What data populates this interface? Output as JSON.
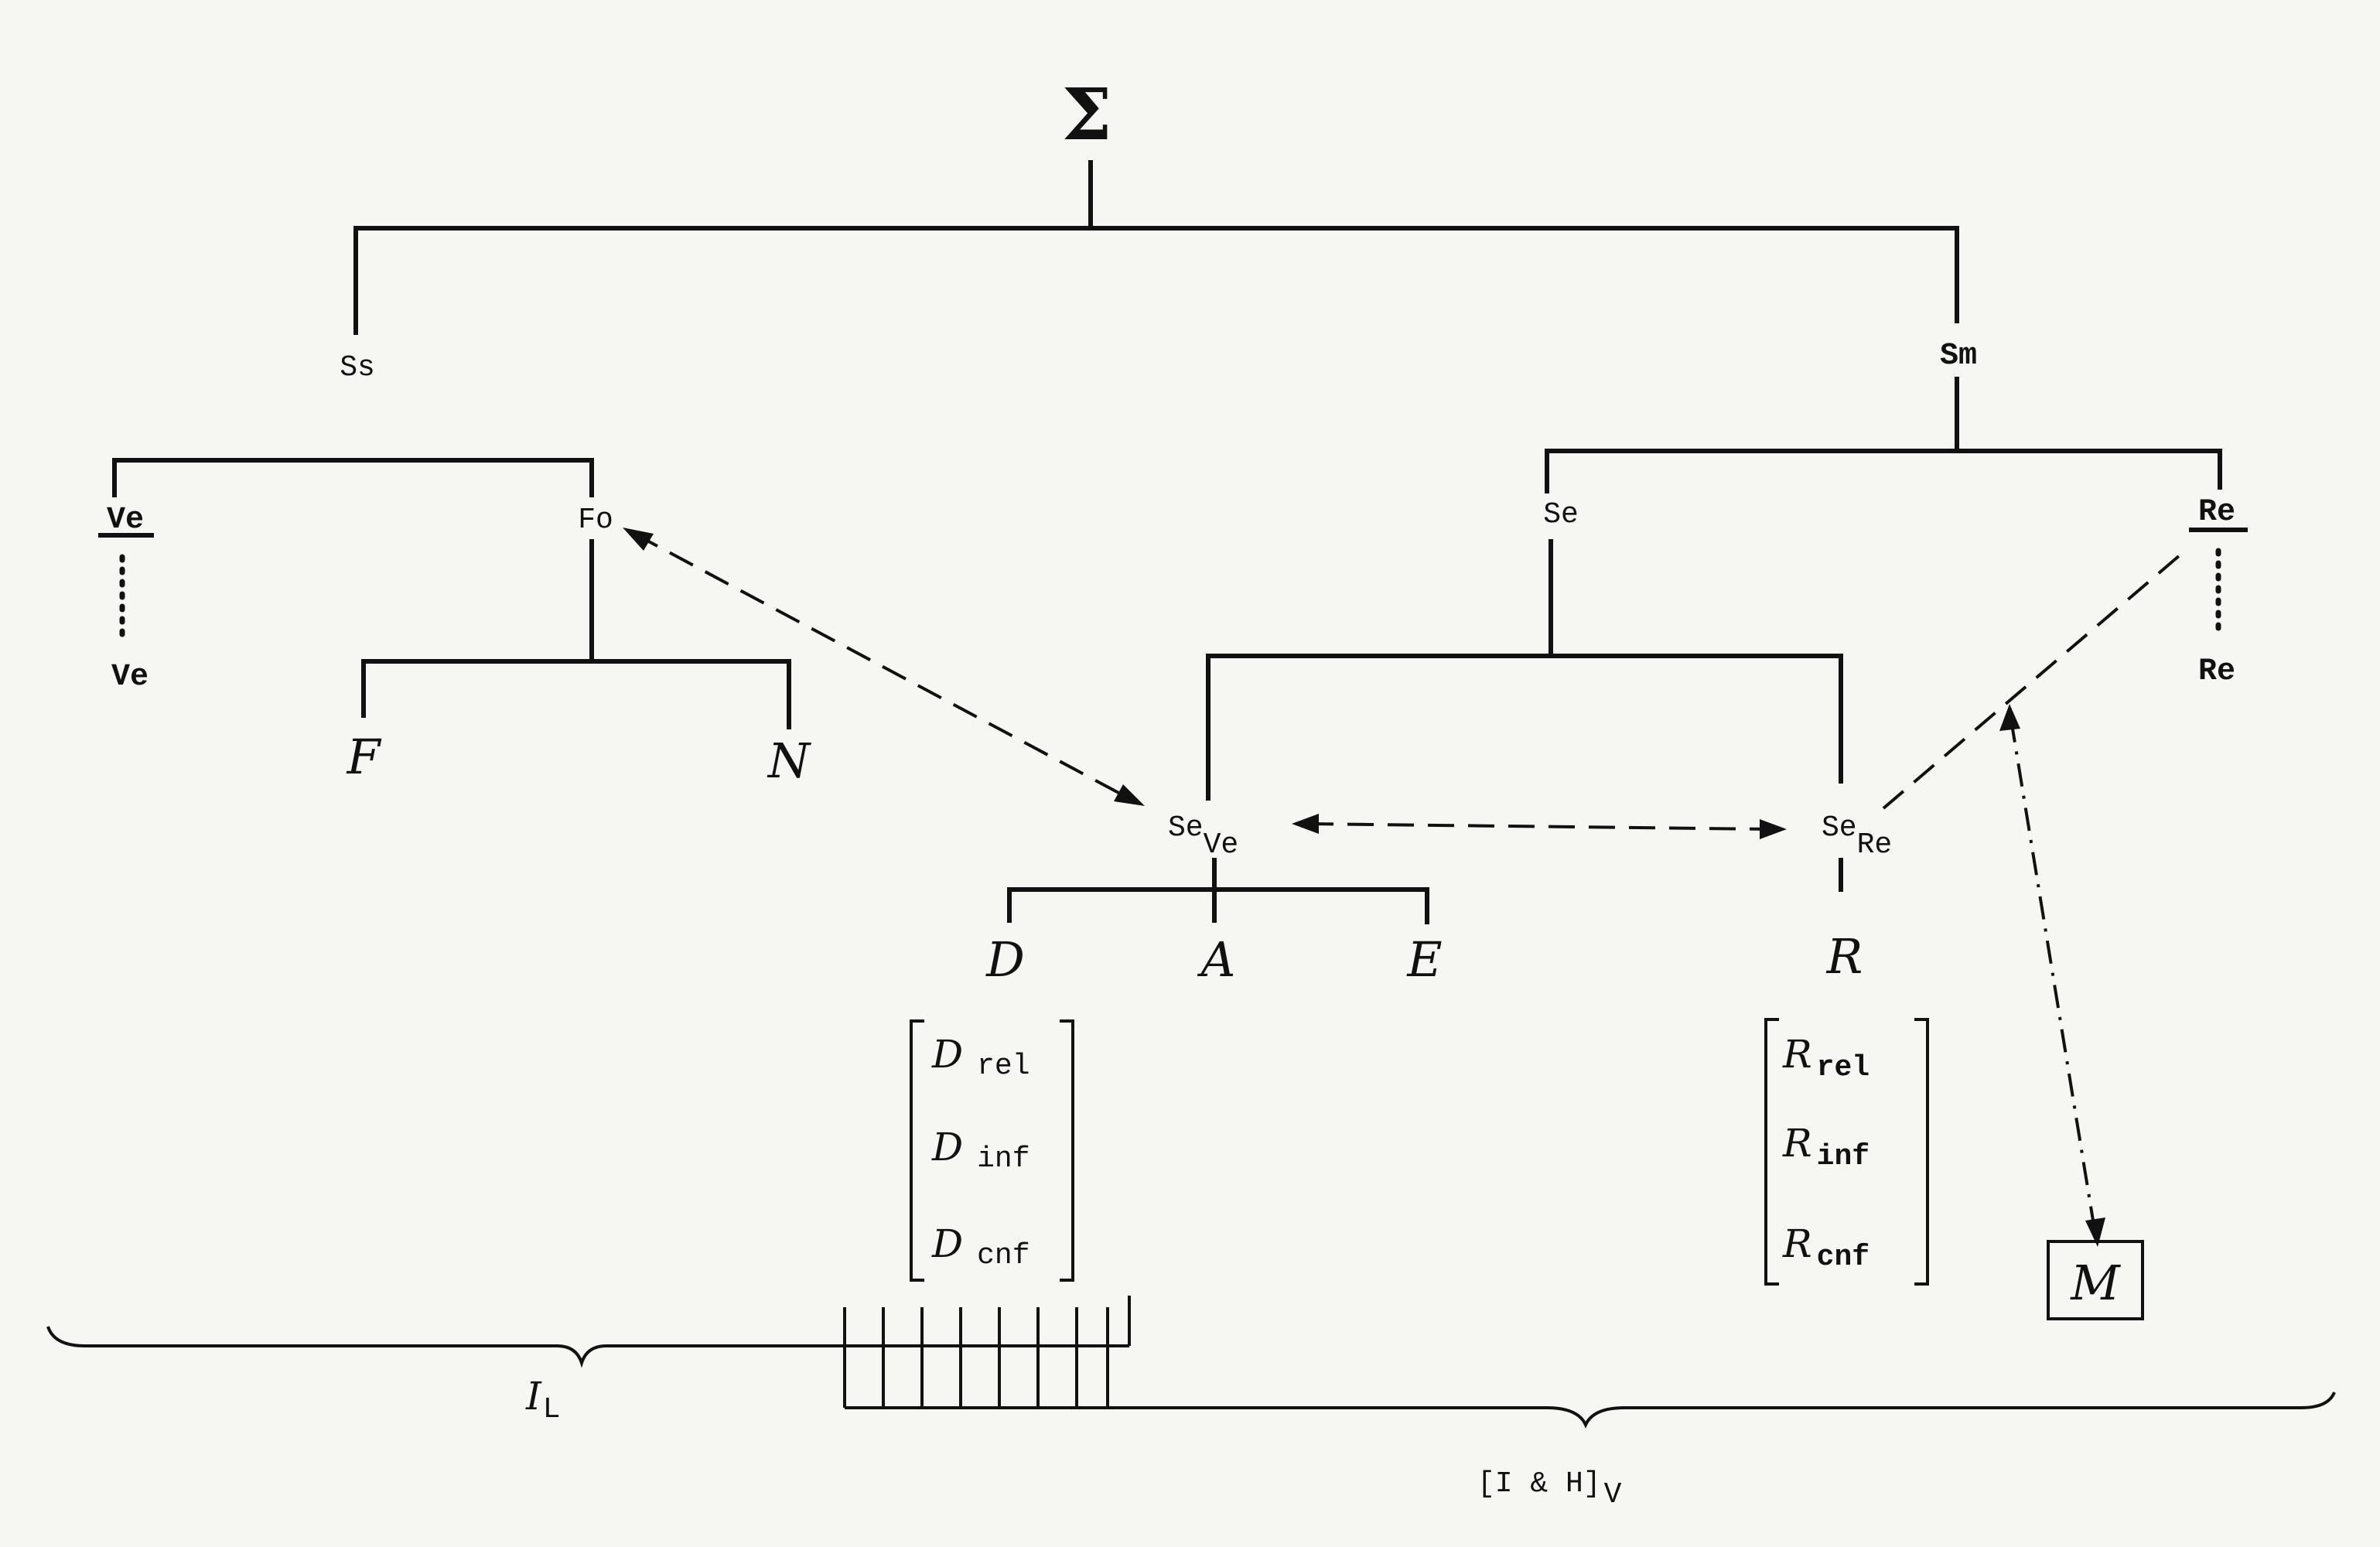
{
  "root": "Σ",
  "level1": {
    "left": "Ss",
    "right": "Sm"
  },
  "ss_children": {
    "ve": "Ve",
    "ve_lower": "Ve",
    "fo": "Fo"
  },
  "fo_children": {
    "f": "F",
    "n": "N"
  },
  "sm_children": {
    "se": "Se",
    "re": "Re",
    "re_lower": "Re"
  },
  "se_children": {
    "seve_main": "Se",
    "seve_sub": "Ve",
    "sere_main": "Se",
    "sere_sub": "Re"
  },
  "seve_children": {
    "d": "D",
    "a": "A",
    "e": "E"
  },
  "sere_children": {
    "r": "R"
  },
  "d_matrix": {
    "rows": [
      {
        "symbol": "D",
        "sub": "rel"
      },
      {
        "symbol": "D",
        "sub": "inf"
      },
      {
        "symbol": "D",
        "sub": "cnf"
      }
    ]
  },
  "r_matrix": {
    "rows": [
      {
        "symbol": "R",
        "sub": "rel"
      },
      {
        "symbol": "R",
        "sub": "inf"
      },
      {
        "symbol": "R",
        "sub": "cnf"
      }
    ]
  },
  "m_box": "M",
  "braces": {
    "left_main": "I",
    "left_sub": "L",
    "right_main": "[I & H]",
    "right_sub": "V"
  }
}
